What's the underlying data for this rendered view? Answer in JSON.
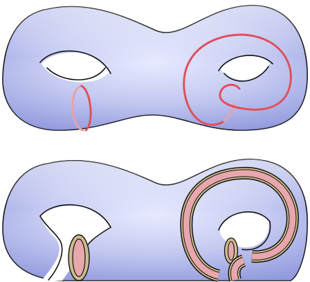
{
  "figure": {
    "colors": {
      "surface": "#c7cdf3",
      "surface_light": "#eef0ff",
      "surface_dark": "#8e97dd",
      "curve": "#e0505c",
      "curve_faint": "#e8a2aa",
      "cut_fill": "#e7a7ac",
      "cut_rim": "#cdbb8e",
      "outline": "#111111"
    },
    "panels": [
      {
        "name": "genus-2-surface-with-curves",
        "elements": [
          "surface",
          "left-hole",
          "right-hole",
          "meridian-curve",
          "spiral-curve"
        ]
      },
      {
        "name": "genus-2-surface-cut-along-curves",
        "elements": [
          "surface",
          "left-cut-opening",
          "spiral-cut-band"
        ]
      }
    ]
  }
}
